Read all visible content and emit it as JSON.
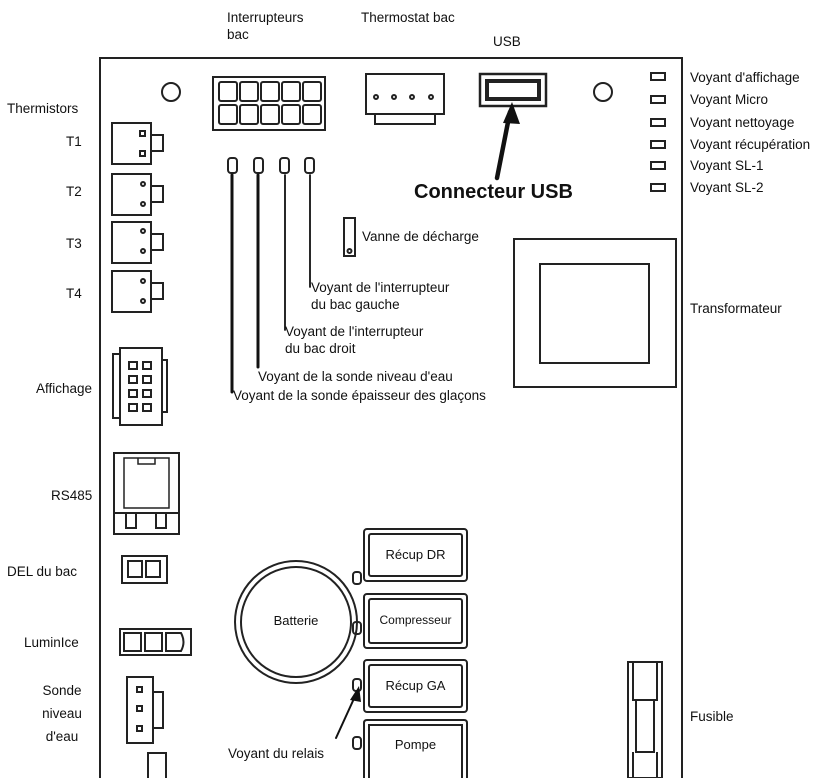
{
  "top": {
    "interrupteurs_bac_1": "Interrupteurs",
    "interrupteurs_bac_2": "bac",
    "thermostat_bac": "Thermostat bac",
    "usb": "USB"
  },
  "left": {
    "thermistors": "Thermistors",
    "t1": "T1",
    "t2": "T2",
    "t3": "T3",
    "t4": "T4",
    "affichage": "Affichage",
    "rs485": "RS485",
    "del_du_bac": "DEL du bac",
    "luminice": "LuminIce",
    "sonde_1": "Sonde",
    "sonde_2": "niveau",
    "sonde_3": "d'eau"
  },
  "right": {
    "voyant_affichage": "Voyant d'affichage",
    "voyant_micro": "Voyant Micro",
    "voyant_nettoyage": "Voyant nettoyage",
    "voyant_recuperation": "Voyant récupération",
    "voyant_sl1": "Voyant SL-1",
    "voyant_sl2": "Voyant SL-2",
    "transformateur": "Transformateur",
    "fusible": "Fusible"
  },
  "center": {
    "connecteur_usb": "Connecteur USB",
    "vanne_decharge": "Vanne de décharge",
    "voyant_bac_gauche_1": "Voyant de l'interrupteur",
    "voyant_bac_gauche_2": "du bac gauche",
    "voyant_bac_droit_1": "Voyant de l'interrupteur",
    "voyant_bac_droit_2": "du bac droit",
    "voyant_niveau_eau": "Voyant de la sonde niveau d'eau",
    "voyant_epaisseur": "Voyant de la sonde épaisseur des glaçons",
    "batterie": "Batterie",
    "voyant_relais": "Voyant du relais"
  },
  "relays": {
    "recup_dr": "Récup DR",
    "compresseur": "Compresseur",
    "recup_ga": "Récup GA",
    "pompe": "Pompe"
  }
}
